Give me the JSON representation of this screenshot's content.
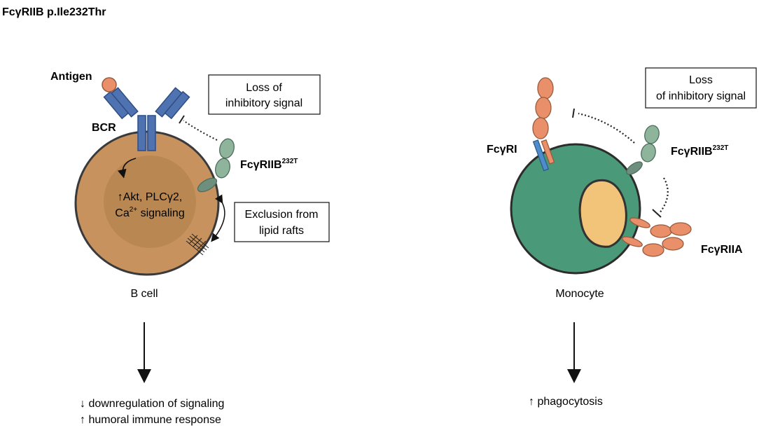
{
  "title": "FcγRIIB p.Ile232Thr",
  "left": {
    "antigen": "Antigen",
    "bcr": "BCR",
    "receptor": {
      "name": "FcγRIIB",
      "sup": "232T"
    },
    "box_inhibit": [
      "Loss of",
      "inhibitory signal"
    ],
    "box_rafts": [
      "Exclusion from",
      "lipid rafts"
    ],
    "signal_lines": [
      {
        "prefix": "↑Akt, PLCγ2,",
        "sup": "",
        "suffix": ""
      },
      {
        "prefix": "Ca",
        "sup": "2+",
        "suffix": " signaling"
      }
    ],
    "cell_label": "B cell",
    "outcomes": [
      "↓ downregulation of signaling",
      "↑ humoral immune response"
    ]
  },
  "right": {
    "fcgri": "FcγRI",
    "receptor": {
      "name": "FcγRIIB",
      "sup": "232T"
    },
    "fcgriia": "FcγRIIA",
    "box_inhibit": [
      "Loss",
      "of inhibitory signal"
    ],
    "cell_label": "Monocyte",
    "outcomes": [
      "↑ phagocytosis"
    ]
  },
  "colors": {
    "bcell_outer": "#c8925e",
    "bcell_inner": "#b98752",
    "monocyte": "#4a9a7a",
    "nucleus": "#f2c47a",
    "bcr_blue": "#4f72b0",
    "fcgriib_green": "#8eb49c",
    "salmon": "#e9906b"
  }
}
